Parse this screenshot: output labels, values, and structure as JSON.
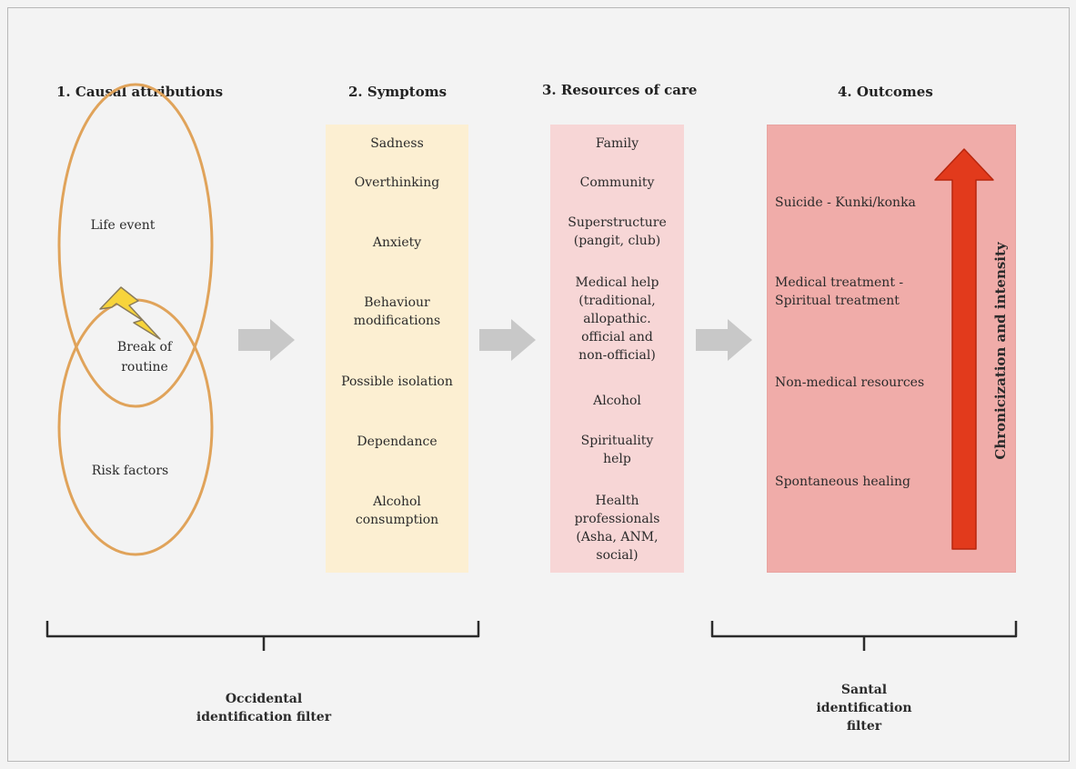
{
  "headings": {
    "causal": "1. Causal attributions",
    "symptoms": "2. Symptoms",
    "resources": "3. Resources of care",
    "outcomes": "4. Outcomes"
  },
  "causal": {
    "top": "Life event",
    "middle_line1": "Break of",
    "middle_line2": "routine",
    "bottom": "Risk factors",
    "icon": "lightning-icon"
  },
  "symptoms": [
    [
      "Sadness"
    ],
    [
      "Overthinking"
    ],
    [
      "Anxiety"
    ],
    [
      "Behaviour",
      "modifications"
    ],
    [
      "Possible isolation"
    ],
    [
      "Dependance"
    ],
    [
      "Alcohol",
      "consumption"
    ]
  ],
  "resources": [
    [
      "Family"
    ],
    [
      "Community"
    ],
    [
      "Superstructure",
      "(pangit, club)"
    ],
    [
      "Medical help",
      "(traditional,",
      "allopathic.",
      "official and",
      "non-official)"
    ],
    [
      "Alcohol"
    ],
    [
      "Spirituality",
      "help"
    ],
    [
      "Health",
      "professionals",
      "(Asha, ANM,",
      "social)"
    ]
  ],
  "outcomes": [
    [
      "Suicide - Kunki/konka"
    ],
    [
      "Medical treatment -",
      "Spiritual treatment"
    ],
    [
      "Non-medical resources"
    ],
    [
      "Spontaneous healing"
    ]
  ],
  "arrow_label": "Chronicization and intensity",
  "filters": {
    "occidental": [
      "Occidental",
      "identification filter"
    ],
    "santal": [
      "Santal",
      "identification",
      "filter"
    ]
  },
  "colors": {
    "circle": "#e0a35a",
    "symptoms_bg": "#fcefd2",
    "resources_bg": "#f7d6d6",
    "outcomes_bg": "#f0aca9",
    "big_arrow": "#e23a1c",
    "flow_arrow": "#c8c8c8"
  }
}
